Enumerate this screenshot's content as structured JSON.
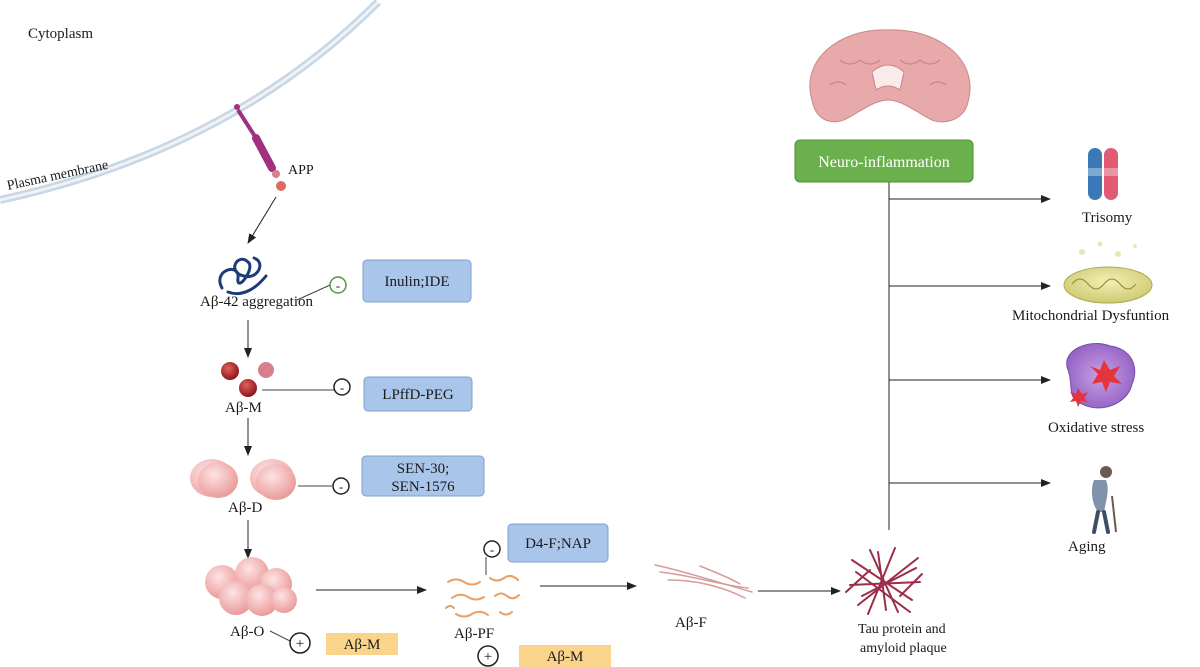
{
  "labels": {
    "cytoplasm": "Cytoplasm",
    "plasma_membrane": "Plasma membrane",
    "app": "APP",
    "abeta42": "Aβ-42 aggregation",
    "abeta_m": "Aβ-M",
    "abeta_d": "Aβ-D",
    "abeta_o": "Aβ-O",
    "abeta_pf": "Aβ-PF",
    "abeta_f": "Aβ-F",
    "tau_line1": "Tau protein and",
    "tau_line2": "amyloid plaque",
    "trisomy": "Trisomy",
    "mito": "Mitochondrial Dysfuntion",
    "oxidative": "Oxidative stress",
    "aging": "Aging"
  },
  "boxes": {
    "inulin": "Inulin;IDE",
    "lpffd": "LPffD-PEG",
    "sen_line1": "SEN-30;",
    "sen_line2": "SEN-1576",
    "d4f": "D4-F;NAP",
    "abeta_m_promoter_1": "Aβ-M",
    "abeta_m_promoter_2": "Aβ-M",
    "neuro": "Neuro-inflammation"
  },
  "symbols": {
    "minus": "-",
    "plus": "+"
  },
  "colors": {
    "blue_box": "#a9c6ea",
    "orange_box": "#f9d48a",
    "green_box": "#6ab04c",
    "membrane": "#c9d6e3",
    "app": "#a1307e",
    "monomer": "#b3262b",
    "dimer": "#f2b3b3",
    "fibril": "#9c2c4a",
    "brain": "#e7a9a9"
  }
}
